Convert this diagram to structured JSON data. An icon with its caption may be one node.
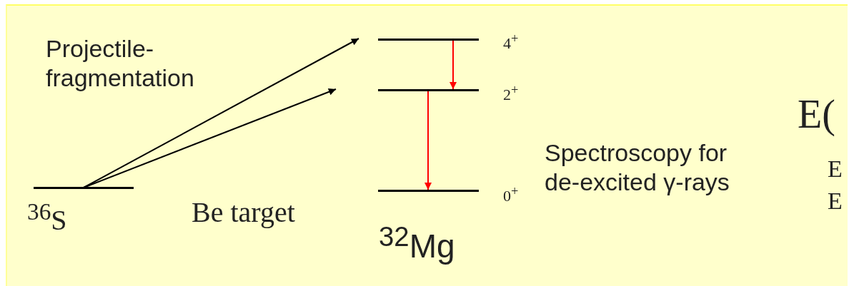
{
  "diagram": {
    "nodes": [
      {
        "text": [],
        "shape": "bar",
        "beside": [
          "$^{36}$S"
        ]
      },
      {
        "text": [],
        "shape": "bar",
        "beside": [
          "4$^{+}$"
        ]
      },
      {
        "text": [],
        "shape": "bar",
        "beside": [
          "2$^{+}$"
        ]
      },
      {
        "text": [],
        "shape": "bar",
        "beside": [
          "0$^{+}$"
        ]
      }
    ],
    "edges": [
      {
        "from": 0,
        "to": 1,
        "arrow": "to"
      },
      {
        "from": 0,
        "to": 2,
        "arrow": "to"
      },
      {
        "from": 1,
        "to": 2,
        "arrow": "to",
        "color": "#ff0000"
      },
      {
        "from": 2,
        "to": 3,
        "arrow": "to",
        "color": "#ff0000"
      }
    ],
    "labels": [
      "Projectile- fragmentation",
      "Be target",
      "$^{32}$Mg",
      "Spectroscopy for de-excited γ-rays",
      "E(",
      "E",
      "E"
    ]
  }
}
